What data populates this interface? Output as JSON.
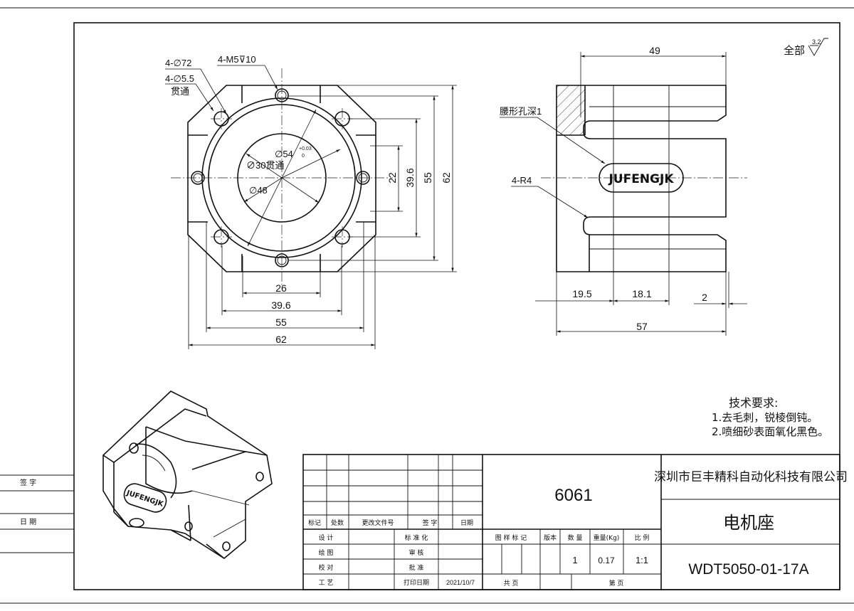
{
  "front_view": {
    "hole_label_a": "4-∅72",
    "hole_label_b": "4-∅5.5",
    "hole_label_c": "贯通",
    "tap_label": "4-M5⊽10",
    "bore_54": "∅54",
    "tol_upper": "+0.03",
    "tol_lower": "0",
    "bore_30": "∅30贯通",
    "bore_48": "∅48",
    "dim_h_26": "26",
    "dim_h_396": "39.6",
    "dim_h_55": "55",
    "dim_h_62": "62",
    "dim_v_22": "22",
    "dim_v_396": "39.6",
    "dim_v_55": "55",
    "dim_v_62": "62"
  },
  "side_view": {
    "dim_top_49": "49",
    "slot_label": "腰形孔深1",
    "radius_label": "4-R4",
    "logo_text": "JUFENGJK",
    "dim_195": "19.5",
    "dim_181": "18.1",
    "dim_2": "2",
    "dim_57": "57"
  },
  "surface_finish": {
    "label": "全部",
    "value": "3.2"
  },
  "iso_view": {
    "logo_text": "JUFENGJK"
  },
  "tech_notes": {
    "title": "技术要求:",
    "line1": "1.去毛刺，锐棱倒钝。",
    "line2": "2.喷细砂表面氧化黑色。"
  },
  "left_margin": {
    "sign_label": "签        字",
    "date_label": "日        期"
  },
  "title_block": {
    "material": "6061",
    "company": "深圳市巨丰精科自动化科技有限公司",
    "part_name": "电机座",
    "drawing_no": "WDT5050-01-17A",
    "rev_headers": [
      "标记",
      "处数",
      "更改文件号",
      "签   字",
      "日期"
    ],
    "row_design": "设   计",
    "row_draw": "绘   图",
    "row_check": "校   对",
    "row_process": "工   艺",
    "standardize": "标 准 化",
    "review": "审   核",
    "approve": "批   准",
    "print_date_label": "打印日期",
    "print_date": "2021/10/7",
    "stage_label": "图 样 标 记",
    "version_label": "版本",
    "qty_label": "数   量",
    "weight_label": "重量(Kg)",
    "scale_label": "比   例",
    "qty": "1",
    "weight": "0.17",
    "scale": "1:1",
    "total_label": "共        页",
    "sheet_label": "第        页"
  }
}
